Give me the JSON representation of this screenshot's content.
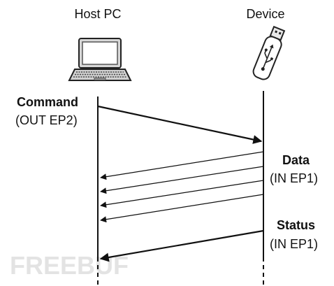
{
  "participants": {
    "host": "Host PC",
    "device": "Device"
  },
  "messages": {
    "command": {
      "title": "Command",
      "endpoint": "(OUT EP2)"
    },
    "data": {
      "title": "Data",
      "endpoint": "(IN EP1)"
    },
    "status": {
      "title": "Status",
      "endpoint": "(IN EP1)"
    }
  },
  "watermark": "FREEBUF",
  "icons": {
    "host": "laptop-icon",
    "device": "usb-drive-icon"
  },
  "colors": {
    "line": "#111111",
    "watermark": "#e3e3e3"
  }
}
